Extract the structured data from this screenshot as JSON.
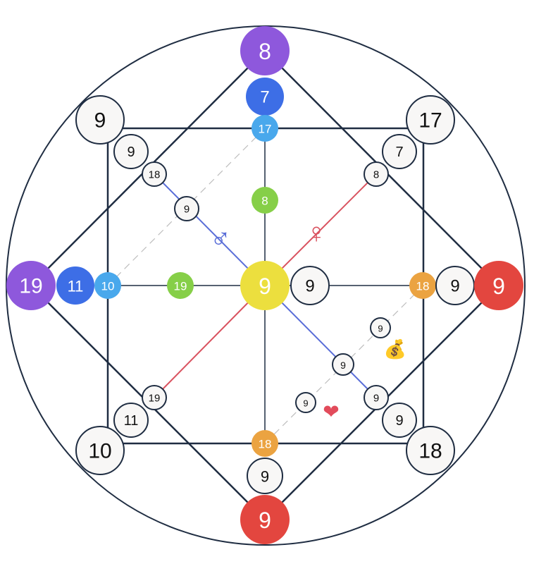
{
  "colors": {
    "purple": "#8e58dc",
    "blue": "#3d6ee6",
    "light_blue": "#49a8ec",
    "green": "#86cf48",
    "yellow": "#ecdf3e",
    "orange": "#eba341",
    "red": "#e3463f",
    "white_fill": "#f8f7f6",
    "line": "#1f2d42",
    "male_line": "#5a6ed8",
    "female_line": "#d9525f"
  },
  "symbols": {
    "male": "♂",
    "female": "♀",
    "money_icon": "💰",
    "heart_icon": "❤"
  },
  "center": {
    "value": "9"
  },
  "top": {
    "outer": "8",
    "mid": "7",
    "inner": "17",
    "inner_green": "8"
  },
  "left": {
    "outer": "19",
    "mid": "11",
    "inner": "10",
    "inner_green": "19"
  },
  "right": {
    "outer": "9",
    "mid": "9",
    "inner": "18",
    "center_right": "9"
  },
  "bottom": {
    "outer": "9",
    "mid": "9",
    "inner": "18"
  },
  "square_corners": {
    "top_left": "9",
    "top_right": "17",
    "bottom_left": "10",
    "bottom_right": "18"
  },
  "diagonals": {
    "top_left": {
      "mid": "9",
      "inner": "18",
      "inner2": "9"
    },
    "top_right": {
      "mid": "7",
      "inner": "8"
    },
    "bottom_left": {
      "mid": "11",
      "inner": "19"
    },
    "bottom_right": {
      "mid": "9",
      "inner": "9",
      "inner2": "9"
    }
  },
  "money_line": {
    "value": "9"
  },
  "love_line": {
    "value": "9"
  }
}
